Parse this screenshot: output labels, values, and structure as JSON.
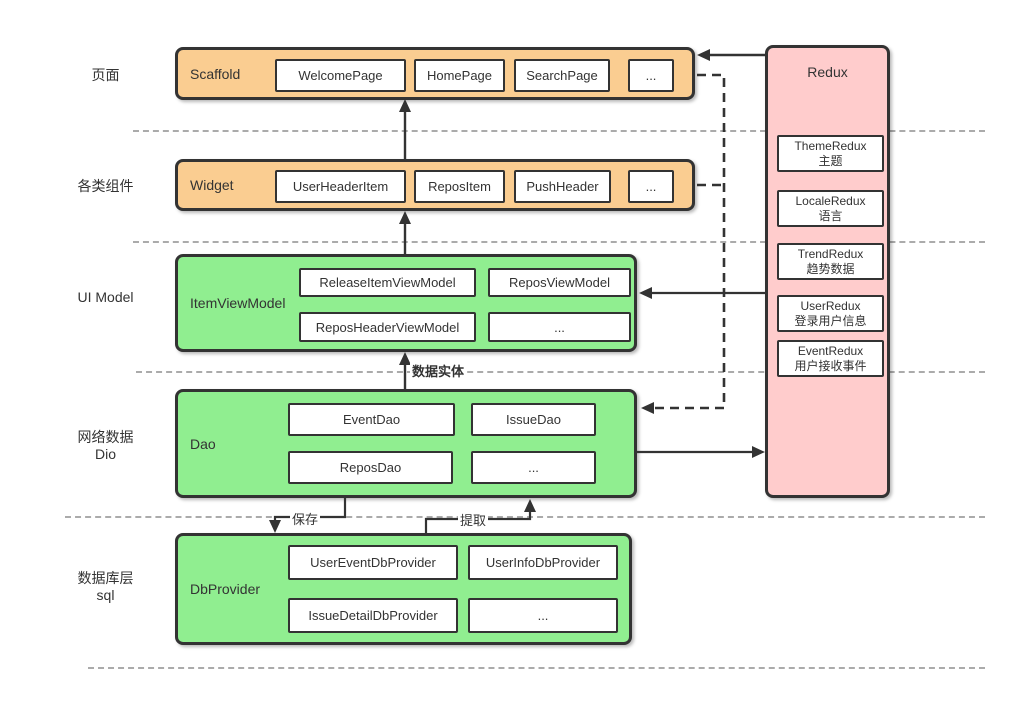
{
  "layers": [
    {
      "side_label": "页面",
      "container_label": "Scaffold",
      "items": [
        "WelcomePage",
        "HomePage",
        "SearchPage",
        "..."
      ]
    },
    {
      "side_label": "各类组件",
      "container_label": "Widget",
      "items": [
        "UserHeaderItem",
        "ReposItem",
        "PushHeader",
        "..."
      ]
    },
    {
      "side_label": "UI Model",
      "container_label": "ItemViewModel",
      "items": [
        "ReleaseItemViewModel",
        "ReposViewModel",
        "ReposHeaderViewModel",
        "..."
      ]
    },
    {
      "side_label_line1": "网络数据",
      "side_label_line2": "Dio",
      "container_label": "Dao",
      "items": [
        "EventDao",
        "IssueDao",
        "ReposDao",
        "..."
      ]
    },
    {
      "side_label_line1": "数据库层",
      "side_label_line2": "sql",
      "container_label": "DbProvider",
      "items": [
        "UserEventDbProvider",
        "UserInfoDbProvider",
        "IssueDetailDbProvider",
        "..."
      ]
    }
  ],
  "redux": {
    "title": "Redux",
    "items": [
      {
        "name": "ThemeRedux",
        "desc": "主题"
      },
      {
        "name": "LocaleRedux",
        "desc": "语言"
      },
      {
        "name": "TrendRedux",
        "desc": "趋势数据"
      },
      {
        "name": "UserRedux",
        "desc": "登录用户信息"
      },
      {
        "name": "EventRedux",
        "desc": "用户接收事件"
      }
    ]
  },
  "arrow_labels": {
    "data_entity": "数据实体",
    "save": "保存",
    "extract": "提取"
  },
  "colors": {
    "page_widget_fill": "#FACD91",
    "data_layer_fill": "#90EE90",
    "redux_fill": "#FFCCCC",
    "border": "#333333",
    "separator": "#ABABAB"
  }
}
